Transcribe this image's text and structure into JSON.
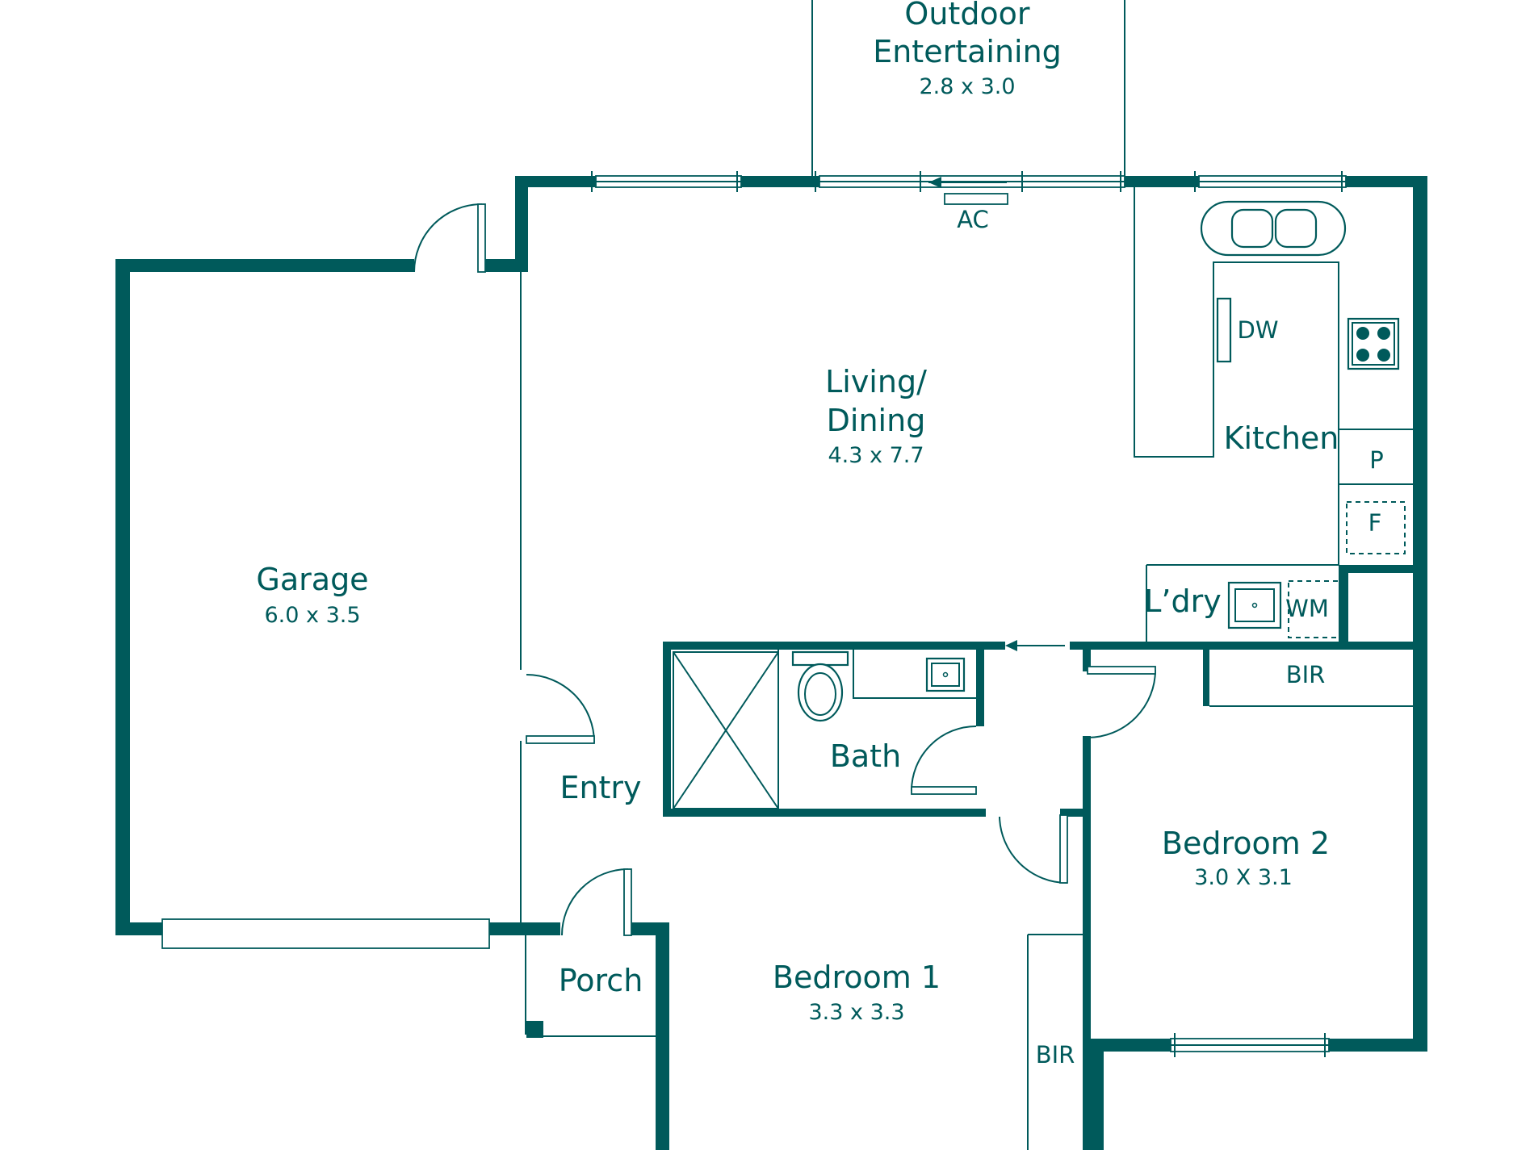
{
  "colors": {
    "ink": "#005a5b",
    "background": "#ffffff"
  },
  "rooms": {
    "outdoor": {
      "name_line1": "Outdoor",
      "name_line2": "Entertaining",
      "dims": "2.8 x 3.0"
    },
    "living": {
      "name_line1": "Living/",
      "name_line2": "Dining",
      "dims": "4.3 x 7.7"
    },
    "garage": {
      "name": "Garage",
      "dims": "6.0 x 3.5"
    },
    "kitchen": {
      "name": "Kitchen"
    },
    "laundry": {
      "name": "L’dry"
    },
    "entry": {
      "name": "Entry"
    },
    "bath": {
      "name": "Bath"
    },
    "porch": {
      "name": "Porch"
    },
    "bedroom1": {
      "name": "Bedroom 1",
      "dims": "3.3 x 3.3"
    },
    "bedroom2": {
      "name": "Bedroom 2",
      "dims": "3.0 X 3.1"
    }
  },
  "fixtures": {
    "ac": "AC",
    "dishwasher": "DW",
    "pantry": "P",
    "fridge": "F",
    "washing_machine": "WM",
    "bir_bedroom2": "BIR",
    "bir_bedroom1": "BIR"
  },
  "icons": [
    "toilet-icon",
    "cooktop-icon",
    "double-sink-icon",
    "door-swing-icon",
    "arrow-left-icon"
  ]
}
